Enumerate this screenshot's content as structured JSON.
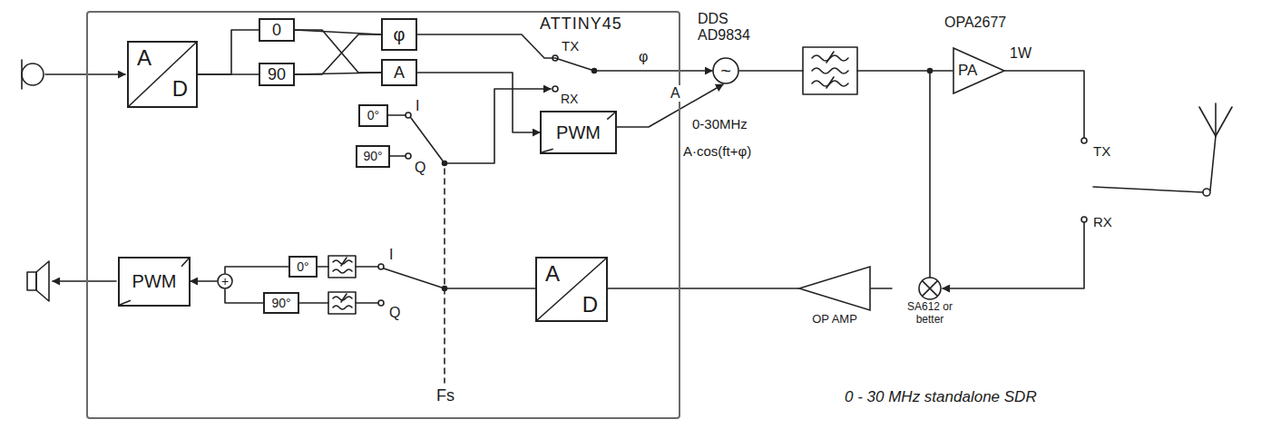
{
  "diagram": {
    "caption": "0 - 30 MHz standalone SDR",
    "nodes": [
      {
        "text": [
          "ATTINY45"
        ]
      },
      {
        "text": [
          "A",
          "D"
        ],
        "in": 0
      },
      {
        "text": [
          "0"
        ],
        "in": 0
      },
      {
        "text": [
          "90"
        ],
        "in": 0
      },
      {
        "text": [
          "φ"
        ],
        "in": 0
      },
      {
        "text": [
          "A"
        ],
        "in": 0
      },
      {
        "text": [
          "0°"
        ],
        "in": 0
      },
      {
        "text": [
          "90°"
        ],
        "in": 0
      },
      {
        "text": [
          "PWM"
        ],
        "in": 0
      },
      {
        "text": [
          "0°"
        ],
        "in": 0
      },
      {
        "text": [
          "90°"
        ],
        "in": 0
      },
      {
        "text": [
          "PWM"
        ],
        "in": 0
      },
      {
        "text": [
          "A",
          "D"
        ],
        "in": 0
      },
      {
        "text": [
          "+"
        ],
        "in": 0
      },
      {
        "text": [
          "~"
        ]
      },
      {
        "text": [
          "PA"
        ]
      },
      {
        "text": [
          "OP AMP"
        ]
      },
      {
        "text": [
          "SA612 or better"
        ]
      }
    ],
    "edges": [
      {
        "from": 1,
        "to": 2,
        "arrow": "none"
      },
      {
        "from": 1,
        "to": 3,
        "arrow": "none"
      },
      {
        "from": 2,
        "to": 4,
        "arrow": "none"
      },
      {
        "from": 2,
        "to": 5,
        "arrow": "none"
      },
      {
        "from": 3,
        "to": 4,
        "arrow": "none"
      },
      {
        "from": 3,
        "to": 5,
        "arrow": "none"
      },
      {
        "from": 4,
        "to": 14,
        "arrow": "to",
        "label": "φ"
      },
      {
        "from": 5,
        "to": 8,
        "arrow": "to"
      },
      {
        "from": 8,
        "to": 14,
        "arrow": "to",
        "label": "A"
      },
      {
        "from": 9,
        "to": 13,
        "arrow": "none"
      },
      {
        "from": 10,
        "to": 13,
        "arrow": "none"
      },
      {
        "from": 13,
        "to": 11,
        "arrow": "to"
      },
      {
        "from": 16,
        "to": 12,
        "arrow": "none"
      },
      {
        "from": 17,
        "to": 16,
        "arrow": "none"
      }
    ],
    "labels": [
      "TX",
      "RX",
      "I",
      "Q",
      "DDS AD9834",
      "0-30MHz",
      "A·cos(ft+φ)",
      "OPA2677",
      "1W",
      "TX",
      "RX",
      "I",
      "Q",
      "Fs"
    ]
  }
}
